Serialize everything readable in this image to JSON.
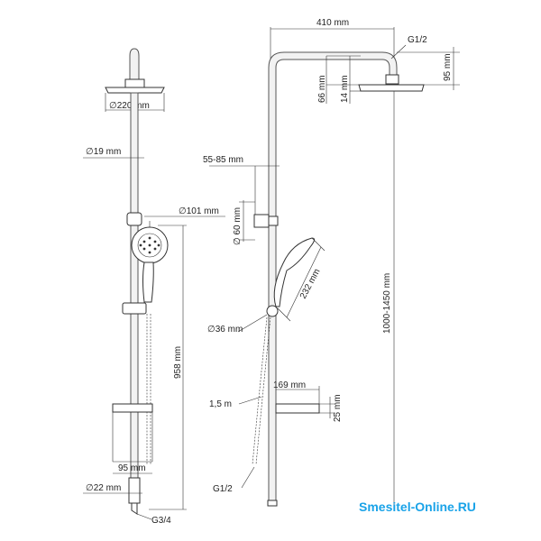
{
  "dimensions": {
    "head_diameter": "∅220 mm",
    "pipe_diameter": "∅19 mm",
    "arm_length": "410 mm",
    "head_thread": "G1/2",
    "head_height": "95 mm",
    "drop_66": "66 mm",
    "drop_14": "14 mm",
    "bracket_offset": "55-85 mm",
    "bracket_diameter": "∅ 60 mm",
    "hand_shower_diameter": "∅101 mm",
    "hand_shower_length": "232 mm",
    "knob_diameter": "∅36 mm",
    "column_height": "1000-1450 mm",
    "shelf_length": "169 mm",
    "shelf_height": "25 mm",
    "hose_length": "1,5 m",
    "hose_thread": "G1/2",
    "total_height": "958 mm",
    "shelf_depth": "95 mm",
    "bottom_diameter": "∅22 mm",
    "inlet_thread": "G3/4"
  },
  "watermark": "Smesitel-Online.RU"
}
